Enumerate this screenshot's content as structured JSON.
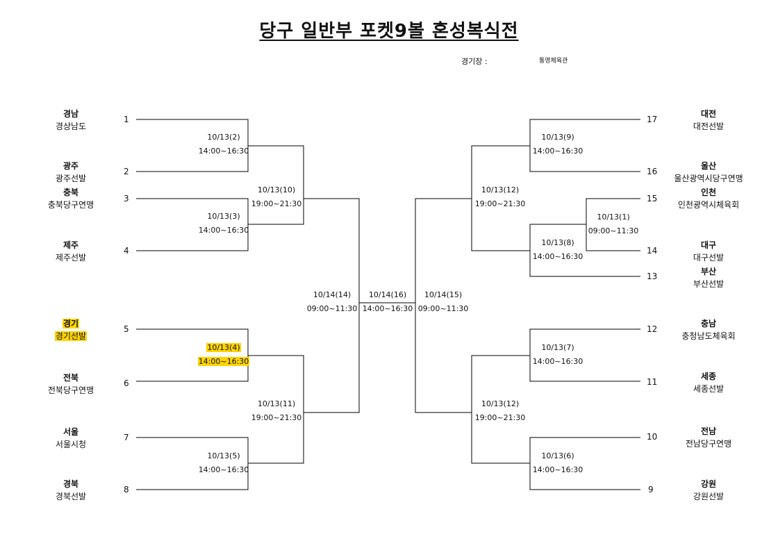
{
  "title": "당구 일반부 포켓9볼 혼성복식전",
  "venue": {
    "label": "경기장 :",
    "value": "통영체육관"
  },
  "teams_left": [
    {
      "seed": "1",
      "region": "경남",
      "team": "경상남도"
    },
    {
      "seed": "2",
      "region": "광주",
      "team": "광주선발"
    },
    {
      "seed": "3",
      "region": "충북",
      "team": "충북당구연맹"
    },
    {
      "seed": "4",
      "region": "제주",
      "team": "제주선발"
    },
    {
      "seed": "5",
      "region": "경기",
      "team": "경기선발"
    },
    {
      "seed": "6",
      "region": "전북",
      "team": "전북당구연맹"
    },
    {
      "seed": "7",
      "region": "서울",
      "team": "서울시청"
    },
    {
      "seed": "8",
      "region": "경북",
      "team": "경북선발"
    }
  ],
  "teams_right": [
    {
      "seed": "17",
      "region": "대전",
      "team": "대전선발"
    },
    {
      "seed": "16",
      "region": "울산",
      "team": "울산광역시당구연맹"
    },
    {
      "seed": "15",
      "region": "인천",
      "team": "인천광역시체육회"
    },
    {
      "seed": "14",
      "region": "대구",
      "team": "대구선발"
    },
    {
      "seed": "13",
      "region": "부산",
      "team": "부산선발"
    },
    {
      "seed": "12",
      "region": "충남",
      "team": "충청남도체육회"
    },
    {
      "seed": "11",
      "region": "세종",
      "team": "세종선발"
    },
    {
      "seed": "10",
      "region": "전남",
      "team": "전남당구연맹"
    },
    {
      "seed": "9",
      "region": "강원",
      "team": "강원선발"
    }
  ],
  "matches": {
    "m2": {
      "date": "10/13(2)",
      "time": "14:00~16:30"
    },
    "m3": {
      "date": "10/13(3)",
      "time": "14:00~16:30"
    },
    "m4": {
      "date": "10/13(4)",
      "time": "14:00~16:30"
    },
    "m5": {
      "date": "10/13(5)",
      "time": "14:00~16:30"
    },
    "m10": {
      "date": "10/13(10)",
      "time": "19:00~21:30"
    },
    "m11": {
      "date": "10/13(11)",
      "time": "19:00~21:30"
    },
    "m14": {
      "date": "10/14(14)",
      "time": "09:00~11:30"
    },
    "m16": {
      "date": "10/14(16)",
      "time": "14:00~16:30"
    },
    "m15": {
      "date": "10/14(15)",
      "time": "09:00~11:30"
    },
    "m12a": {
      "date": "10/13(12)",
      "time": "19:00~21:30"
    },
    "m12b": {
      "date": "10/13(12)",
      "time": "19:00~21:30"
    },
    "m9": {
      "date": "10/13(9)",
      "time": "14:00~16:30"
    },
    "m1": {
      "date": "10/13(1)",
      "time": "09:00~11:30"
    },
    "m8": {
      "date": "10/13(8)",
      "time": "14:00~16:30"
    },
    "m7": {
      "date": "10/13(7)",
      "time": "14:00~16:30"
    },
    "m6": {
      "date": "10/13(6)",
      "time": "14:00~16:30"
    }
  },
  "colors": {
    "highlight": "#ffd400",
    "line": "#000000"
  },
  "highlighted": [
    "경기",
    "경기선발",
    "10/13(4)",
    "14:00~16:30"
  ]
}
